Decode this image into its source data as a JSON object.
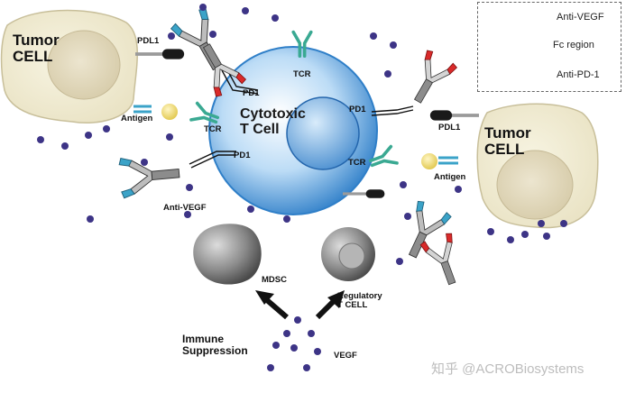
{
  "labels": {
    "tumor_left": "Tumor\nCELL",
    "tumor_right": "Tumor\nCELL",
    "tcell": "Cytotoxic\nT Cell",
    "pdl1_left": "PDL1",
    "pdl1_right": "PDL1",
    "antigen_left": "Antigen",
    "antigen_right": "Antigen",
    "tcr_top": "TCR",
    "tcr_left": "TCR",
    "tcr_right": "TCR",
    "pd1_a": "PD1",
    "pd1_b": "PD1",
    "pd1_c": "PD1",
    "anti_vegf": "Anti-VEGF",
    "mdsc": "MDSC",
    "regulatory": "Regulatory\nT CELL",
    "immune": "Immune\nSuppression",
    "vegf": "VEGF"
  },
  "legend": {
    "anti_vegf": "Anti-VEGF",
    "fc_region": "Fc region",
    "anti_pd1": "Anti-PD-1"
  },
  "watermark": "知乎 @ACROBiosystems",
  "colors": {
    "tcell_fill": "#9cc9ee",
    "tcell_edge": "#2f7fc8",
    "tumor_fill": "#f4f0dc",
    "vegf_dot": "#3d3486",
    "anti_vegf_tip": "#3ba3c8",
    "anti_pd1_tip": "#d92a2a",
    "tcr_color": "#3aa992"
  }
}
